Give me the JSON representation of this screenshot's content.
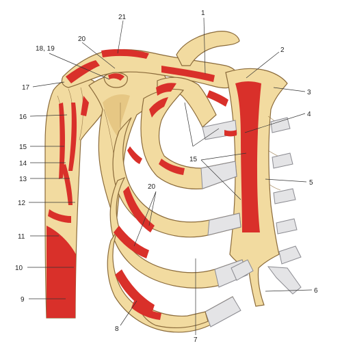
{
  "colors": {
    "bone": "#f2dba0",
    "bone_outline": "#8a6a3a",
    "muscle_attachment": "#d9302a",
    "cartilage": "#e4e4e6",
    "label_text": "#222222"
  },
  "labels": {
    "l1": "1",
    "l2": "2",
    "l3": "3",
    "l4": "4",
    "l5": "5",
    "l6": "6",
    "l7": "7",
    "l8": "8",
    "l9": "9",
    "l10": "10",
    "l11": "11",
    "l12": "12",
    "l13": "13",
    "l14": "14",
    "l15_left": "15",
    "l15_center": "15",
    "l16": "16",
    "l17": "17",
    "l18_19": "18, 19",
    "l20_top": "20",
    "l20_mid": "20",
    "l21": "21"
  }
}
